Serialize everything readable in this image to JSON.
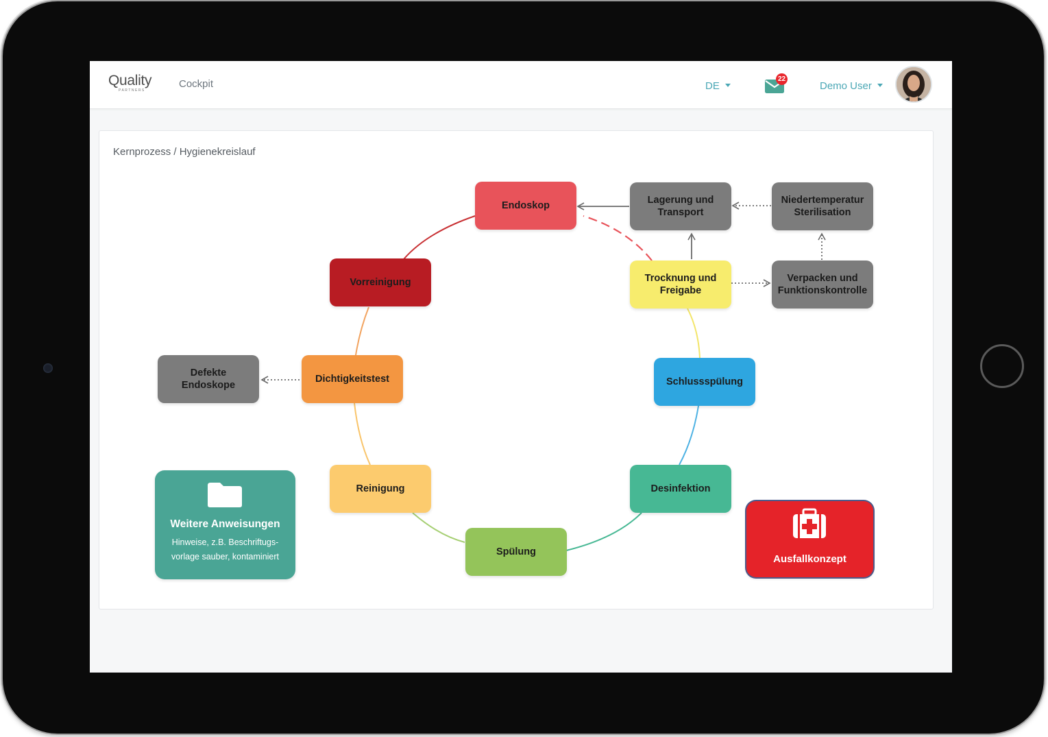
{
  "app": {
    "logo_text": "Quality",
    "logo_sub": "PARTNERS",
    "nav_item": "Cockpit",
    "language": "DE",
    "mail_count": "22",
    "user_name": "Demo User"
  },
  "breadcrumb": "Kernprozess / Hygienekreislauf",
  "nodes": {
    "endoskop": "Endoskop",
    "vorreinigung": "Vorreinigung",
    "dichtigkeitstest": "Dichtigkeitstest",
    "reinigung": "Reinigung",
    "spuelung": "Spülung",
    "desinfektion": "Desinfektion",
    "schlussspuelung": "Schlussspülung",
    "trocknung_line1": "Trocknung und",
    "trocknung_line2": "Freigabe",
    "lagerung_line1": "Lagerung und",
    "lagerung_line2": "Transport",
    "niedertemp_line1": "Niedertemperatur",
    "niedertemp_line2": "Sterilisation",
    "verpacken_line1": "Verpacken und",
    "verpacken_line2": "Funktionskontrolle",
    "defekte_line1": "Defekte",
    "defekte_line2": "Endoskope"
  },
  "colors": {
    "endoskop": "#e8535a",
    "vorreinigung": "#b81c23",
    "dichtigkeitstest": "#f39641",
    "reinigung": "#fccb6e",
    "spuelung": "#94c45a",
    "desinfektion": "#47b894",
    "schlussspuelung": "#2ea6e0",
    "trocknung": "#f7ec6d",
    "gray_node": "#7c7c7c",
    "info_card": "#4aa595",
    "emergency": "#e52329",
    "accent": "#4aa7b5"
  },
  "info_card": {
    "icon": "folder-icon",
    "title": "Weitere Anweisungen",
    "line1": "Hinweise, z.B. Beschriftugs-",
    "line2": "vorlage sauber, kontaminiert"
  },
  "emergency": {
    "icon": "first-aid-kit-icon",
    "label": "Ausfallkonzept"
  }
}
